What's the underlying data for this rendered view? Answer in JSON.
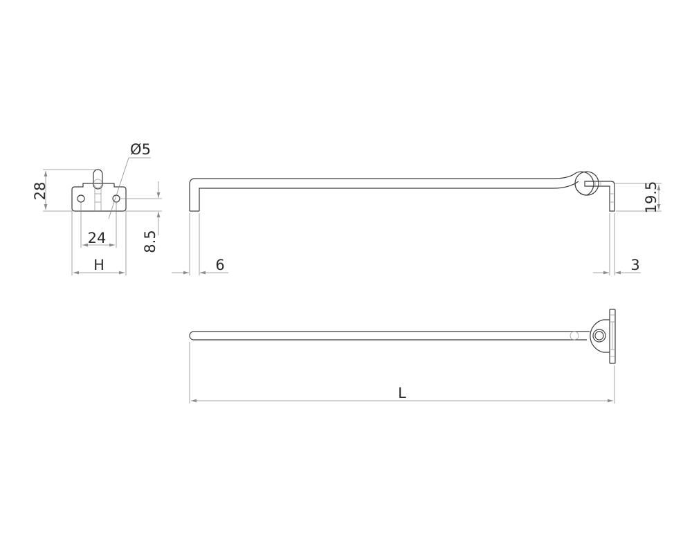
{
  "drawing": {
    "dimensions": {
      "hole_diameter": "Ø5",
      "plate_height": "28",
      "hole_spacing": "24",
      "hole_offset": "8.5",
      "plate_width": "H",
      "rod_thickness": "6",
      "staple_thickness": "3",
      "staple_height": "19.5",
      "overall_length": "L"
    }
  }
}
